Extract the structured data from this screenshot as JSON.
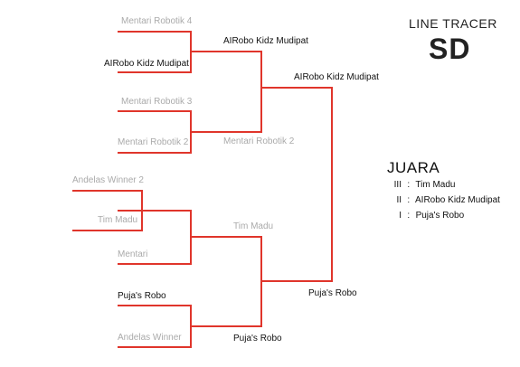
{
  "header": {
    "category": "LINE TRACER",
    "level": "SD"
  },
  "bracket": {
    "round1": [
      {
        "name": "Mentari Robotik 4",
        "winner": false
      },
      {
        "name": "AIRobo Kidz Mudipat",
        "winner": true
      },
      {
        "name": "Mentari Robotik 3",
        "winner": false
      },
      {
        "name": "Mentari Robotik 2",
        "winner": false
      },
      {
        "name": "Andelas Winner 2",
        "winner": false
      },
      {
        "name": "Tim Madu",
        "winner": false
      },
      {
        "name": "Mentari",
        "winner": false
      },
      {
        "name": "Puja's Robo",
        "winner": true
      },
      {
        "name": "Andelas Winner",
        "winner": false
      }
    ],
    "round2": [
      {
        "name": "AIRobo Kidz Mudipat",
        "winner": true
      },
      {
        "name": "Mentari Robotik 2",
        "winner": false
      },
      {
        "name": "Tim Madu",
        "winner": false
      },
      {
        "name": "Puja's Robo",
        "winner": true
      }
    ],
    "round3": [
      {
        "name": "AIRobo Kidz Mudipat",
        "winner": false
      },
      {
        "name": "Puja's Robo",
        "winner": true
      }
    ]
  },
  "juara": {
    "title": "JUARA",
    "colon": ":",
    "ranks": [
      {
        "rank": "III",
        "name": "Tim Madu"
      },
      {
        "rank": "II",
        "name": "AIRobo Kidz Mudipat"
      },
      {
        "rank": "I",
        "name": "Puja's Robo"
      }
    ]
  },
  "colors": {
    "line": "#e0352b",
    "loser_text": "#aaaaaa",
    "winner_text": "#111111"
  }
}
